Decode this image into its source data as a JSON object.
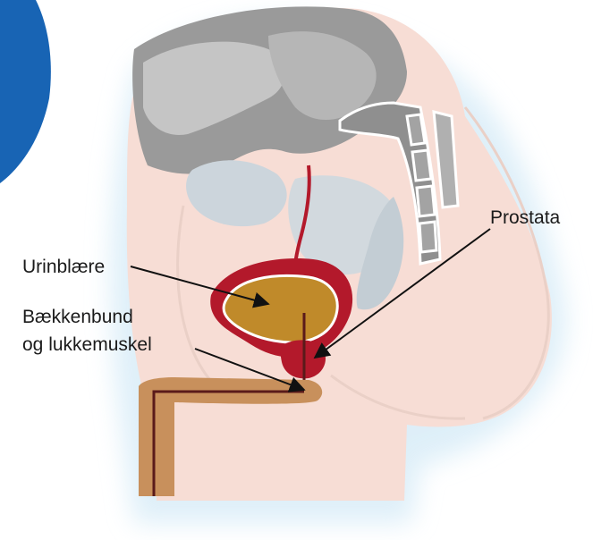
{
  "labels": {
    "prostata": "Prostata",
    "urinblaere": "Urinblære",
    "baekkenbund_line1": "Bækkenbund",
    "baekkenbund_line2": "og lukkemuskel"
  },
  "colors": {
    "skin": "#f6dcd4",
    "skin_shadow": "#edc7bd",
    "glow": "#cfe6f4",
    "blue_badge": "#1864b4",
    "grey_dark": "#8a8a8a",
    "grey_mid": "#a9a9a9",
    "grey_light": "#c8ccd0",
    "bladder_wall": "#b3192b",
    "bladder_fill": "#c08a2a",
    "urethra": "#c88f5c",
    "urethra_line": "#5a1a1a",
    "outline": "#ffffff",
    "pointer": "#111111"
  }
}
